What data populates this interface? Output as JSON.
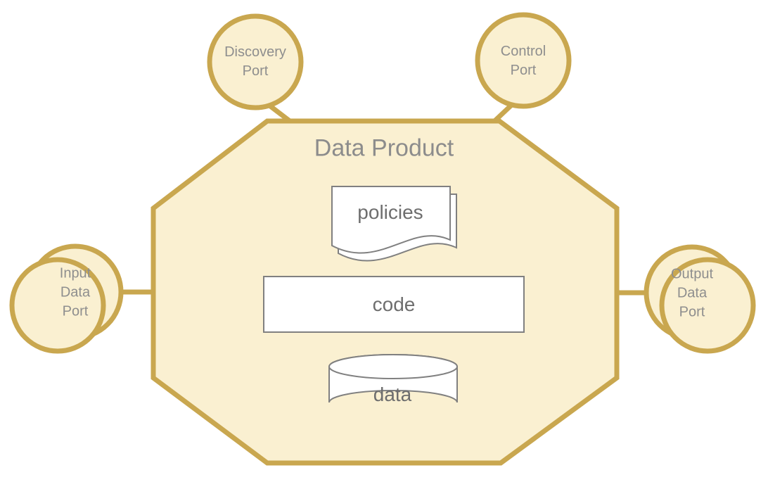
{
  "title": "Data Product",
  "ports": {
    "discovery": "Discovery\nPort",
    "control": "Control\nPort",
    "input": "Input\nData\nPort",
    "output": "Output\nData\nPort"
  },
  "components": {
    "policies": "policies",
    "code": "code",
    "data": "data"
  },
  "colors": {
    "accent_gold": "#C9A74F",
    "fill_cream": "#FAF0D1",
    "shape_fill": "#FFFFFF",
    "shape_stroke": "#808080",
    "title_text": "#8C8C8C",
    "port_text": "#8E8E8E",
    "component_text": "#6E6E6E"
  }
}
